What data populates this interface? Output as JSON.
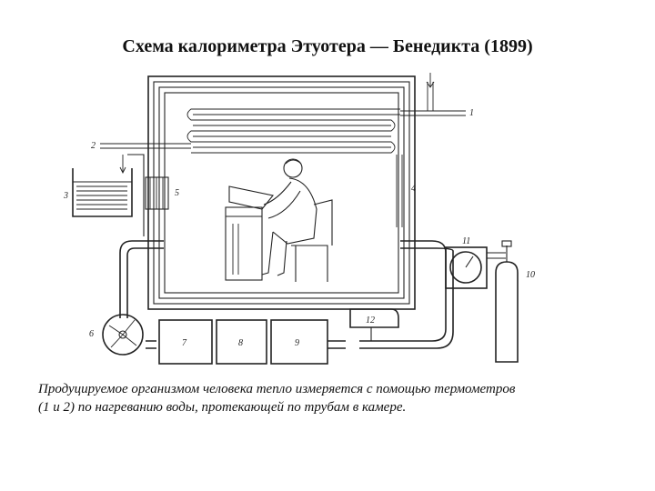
{
  "title": "Схема калориметра Этуотера — Бенедикта (1899)",
  "caption": {
    "line1": "Продуцируемое организмом человека тепло измеряется с помощью термометров",
    "line2": "(1 и 2) по нагреванию воды, протекающей по трубам в камере."
  },
  "labels": {
    "l1": "1",
    "l2": "2",
    "l3": "3",
    "l4": "4",
    "l5": "5",
    "l6": "6",
    "l7": "7",
    "l8": "8",
    "l9": "9",
    "l10": "10",
    "l11": "11",
    "l12": "12"
  },
  "colors": {
    "ink": "#222222",
    "background": "#ffffff"
  }
}
